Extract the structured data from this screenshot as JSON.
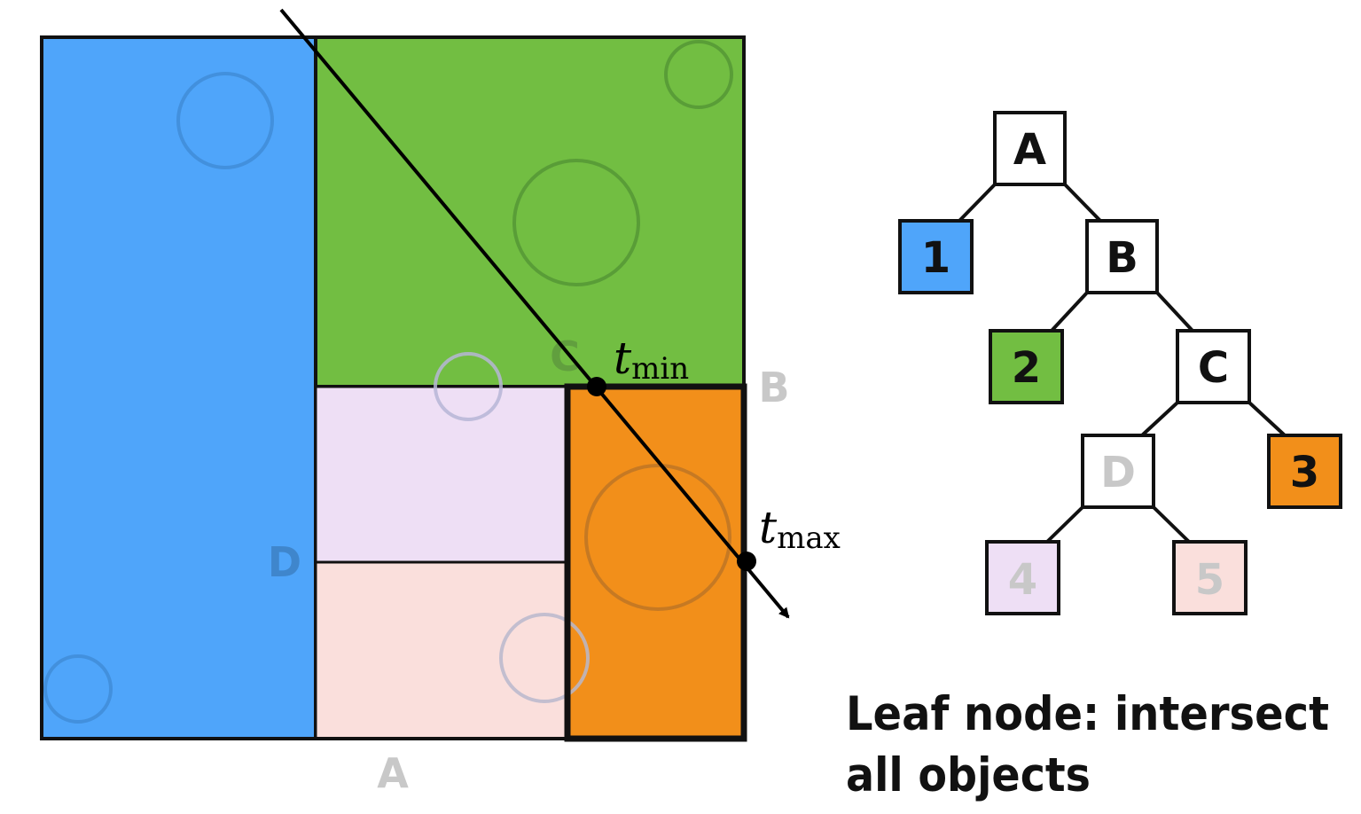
{
  "spatial_diagram": {
    "regions": {
      "A": {
        "label": "A"
      },
      "B": {
        "label": "B"
      },
      "C": {
        "label": "C"
      },
      "D": {
        "label": "D"
      }
    },
    "leaves": {
      "1": {
        "color": "#4fa5fa"
      },
      "2": {
        "color": "#72be42"
      },
      "3": {
        "color": "#f28f1a"
      },
      "4": {
        "color": "#eedff5"
      },
      "5": {
        "color": "#fadfdc"
      }
    },
    "ray": {
      "t_min": {
        "base": "t",
        "sub": "min"
      },
      "t_max": {
        "base": "t",
        "sub": "max"
      }
    }
  },
  "tree": {
    "nodes": {
      "A": {
        "label": "A",
        "type": "interior"
      },
      "1": {
        "label": "1",
        "type": "leaf",
        "color": "#4fa5fa"
      },
      "B": {
        "label": "B",
        "type": "interior"
      },
      "2": {
        "label": "2",
        "type": "leaf",
        "color": "#72be42"
      },
      "C": {
        "label": "C",
        "type": "interior"
      },
      "D": {
        "label": "D",
        "type": "interior"
      },
      "3": {
        "label": "3",
        "type": "leaf",
        "color": "#f28f1a"
      },
      "4": {
        "label": "4",
        "type": "leaf",
        "color": "#eedff5"
      },
      "5": {
        "label": "5",
        "type": "leaf",
        "color": "#fadfdc"
      }
    },
    "edges": [
      [
        "A",
        "1"
      ],
      [
        "A",
        "B"
      ],
      [
        "B",
        "2"
      ],
      [
        "B",
        "C"
      ],
      [
        "C",
        "D"
      ],
      [
        "C",
        "3"
      ],
      [
        "D",
        "4"
      ],
      [
        "D",
        "5"
      ]
    ]
  },
  "caption": {
    "line1": "Leaf node: intersect",
    "line2": "all objects"
  }
}
